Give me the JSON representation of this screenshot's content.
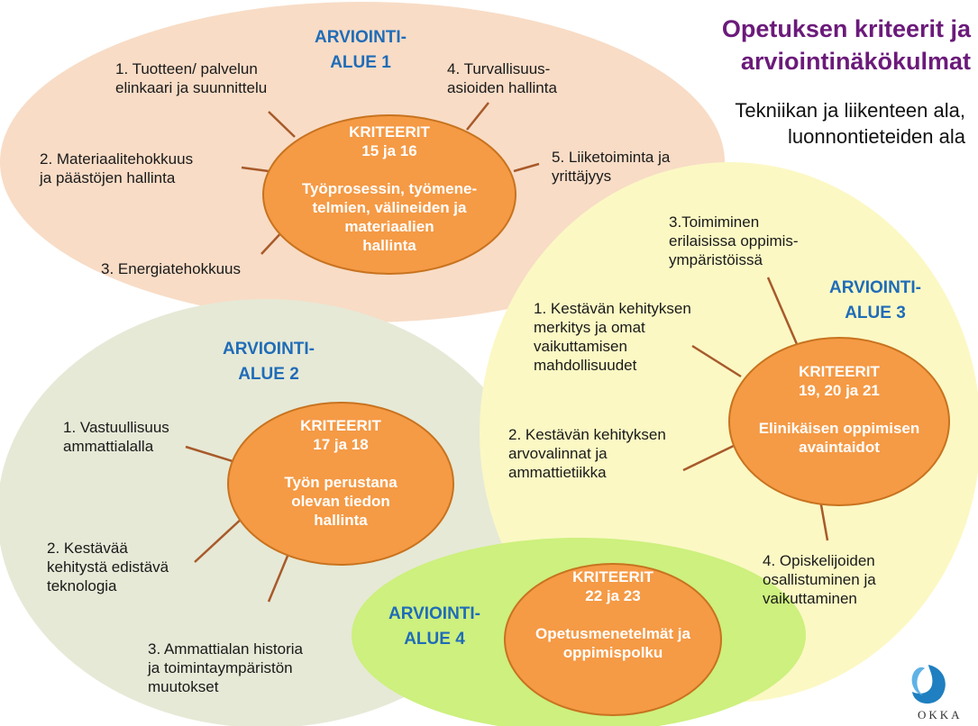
{
  "title": "Opetuksen kriteerit ja\narviointinäkökulmat",
  "subtitle": "Tekniikan ja liikenteen ala,\nluonnontieteiden ala",
  "colors": {
    "ellipse_area1": "#f8dcc6",
    "ellipse_area2": "#e6e9d6",
    "ellipse_area3": "#fbf8c4",
    "ellipse_area4": "#cdf07e",
    "criteria_fill": "#f59a45",
    "criteria_stroke": "#c8731f",
    "connector": "#a85a2a",
    "area_label_blue": "#1f6cb8",
    "title_purple": "#6b1a7a"
  },
  "areas": [
    {
      "label": "ARVIOINTI-\nALUE 1",
      "criteria": "KRITEERIT\n15 ja 16\n\nTyöprosessin, työmene-\ntelmien, välineiden ja\nmateriaalien\nhallinta",
      "items": [
        "1. Tuotteen/ palvelun\nelinkaari ja suunnittelu",
        "2. Materiaalitehokkuus\nja päästöjen hallinta",
        "3. Energiatehokkuus",
        "4. Turvallisuus-\nasioiden hallinta",
        "5. Liiketoiminta ja\nyrittäjyys"
      ]
    },
    {
      "label": "ARVIOINTI-\nALUE 2",
      "criteria": "KRITEERIT\n17 ja 18\n\nTyön perustana\nolevan tiedon\nhallinta",
      "items": [
        "1. Vastuullisuus\nammattialalla",
        "2. Kestävää\nkehitystä edistävä\nteknologia",
        "3. Ammattialan historia\nja toimintaympäristön\nmuutokset"
      ]
    },
    {
      "label": "ARVIOINTI-\nALUE 3",
      "criteria": "KRITEERIT\n19, 20 ja 21\n\nElinikäisen oppimisen\navaintaidot",
      "items": [
        "1. Kestävän kehityksen\nmerkitys ja omat\nvaikuttamisen\nmahdollisuudet",
        "2. Kestävän kehityksen\narvovalinnat ja\nammattietiikka",
        "3.Toimiminen\nerilaisissa oppimis-\nympäristöissä",
        "4. Opiskelijoiden\nosallistuminen ja\nvaikuttaminen"
      ]
    },
    {
      "label": "ARVIOINTI-\nALUE 4",
      "criteria": "KRITEERIT\n22 ja 23\n\nOpetusmenetelmät ja\noppimispolku",
      "items": []
    }
  ],
  "logo": {
    "text": "OKKA",
    "icon": "okka-swirl-logo"
  }
}
